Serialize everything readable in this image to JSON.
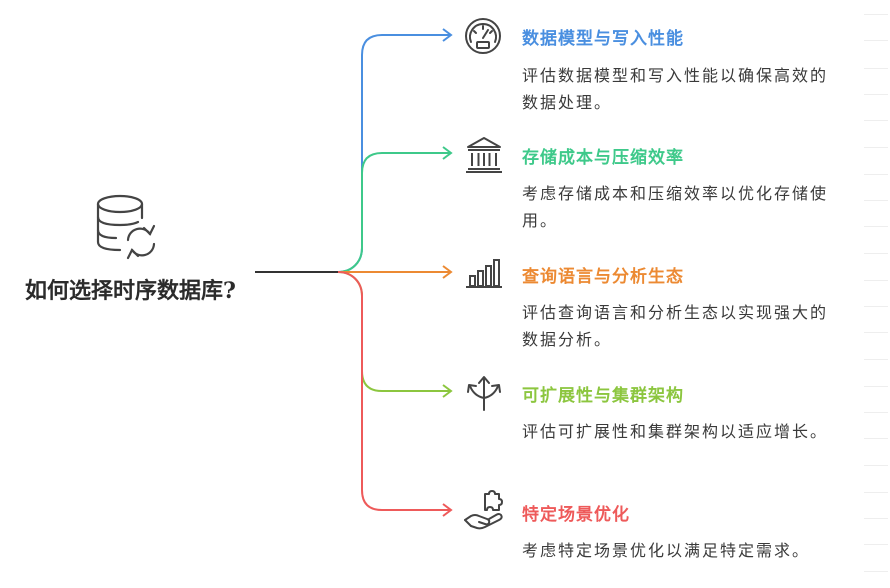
{
  "root": {
    "title": "如何选择时序数据库?",
    "icon": "database-sync-icon"
  },
  "branches": [
    {
      "title": "数据模型与写入性能",
      "description": "评估数据模型和写入性能以确保高效的数据处理。",
      "color": "#4a8fe0",
      "icon": "speedometer-icon"
    },
    {
      "title": "存储成本与压缩效率",
      "description": "考虑存储成本和压缩效率以优化存储使用。",
      "color": "#3ec98a",
      "icon": "bank-building-icon"
    },
    {
      "title": "查询语言与分析生态",
      "description": "评估查询语言和分析生态以实现强大的数据分析。",
      "color": "#ec8a33",
      "icon": "bar-chart-icon"
    },
    {
      "title": "可扩展性与集群架构",
      "description": "评估可扩展性和集群架构以适应增长。",
      "color": "#8cc63f",
      "icon": "split-arrows-icon"
    },
    {
      "title": "特定场景优化",
      "description": "考虑特定场景优化以满足特定需求。",
      "color": "#ee5a5a",
      "icon": "hand-puzzle-icon"
    }
  ],
  "colors": {
    "trunk": "#333333",
    "icon_stroke": "#444444"
  }
}
